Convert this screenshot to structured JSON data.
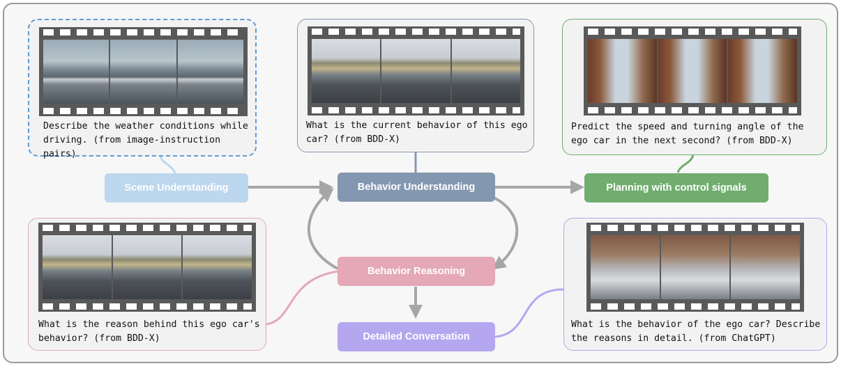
{
  "nodes": {
    "scene": "Scene Understanding",
    "behavior": "Behavior Understanding",
    "planning": "Planning with control signals",
    "reasoning": "Behavior Reasoning",
    "conversation": "Detailed Conversation"
  },
  "cards": {
    "scene": "Describe the weather conditions while driving. (from image-instruction pairs)",
    "behavior": "What is the current behavior of this ego car? (from BDD-X)",
    "planning": "Predict the speed and turning angle of the ego car in the next second? (from BDD-X)",
    "reasoning": "What is the reason behind this ego car's behavior? (from BDD-X)",
    "conversation": "What is the behavior of the ego car? Describe the reasons in detail. (from ChatGPT)"
  },
  "colors": {
    "scene": "#bdd7ee",
    "behavior": "#8497b0",
    "planning": "#70ad6f",
    "reasoning": "#e4a8b6",
    "conversation": "#b4a7f0",
    "arrow": "#a6a6a6"
  }
}
